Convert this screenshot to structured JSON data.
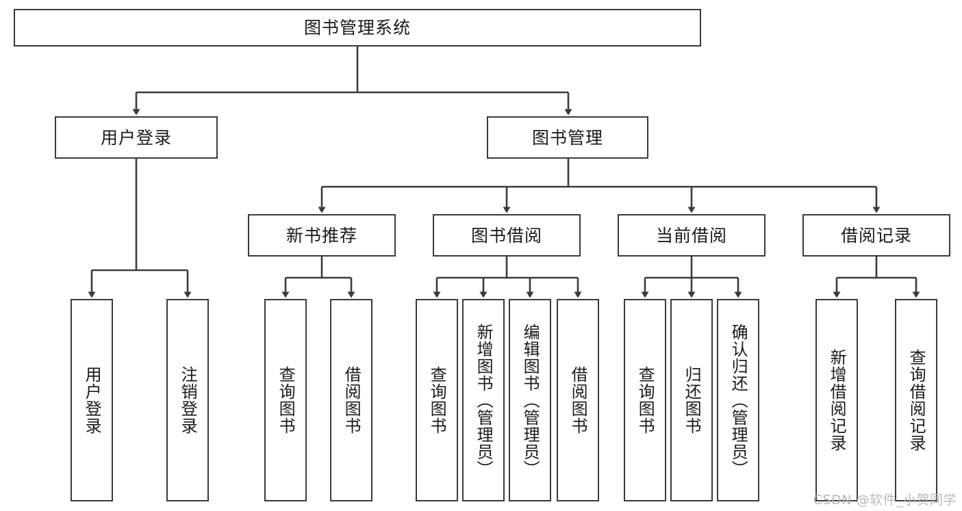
{
  "diagram": {
    "title": "图书管理系统",
    "type": "tree-hierarchy-diagram",
    "colors": {
      "box_border": "#3a3a3a",
      "box_fill": "#ffffff",
      "edge": "#3a3a3a",
      "text": "#1a1a1a",
      "watermark": "#b8b8b8"
    },
    "root": {
      "label": "图书管理系统"
    },
    "level2": [
      {
        "label": "用户登录"
      },
      {
        "label": "图书管理"
      }
    ],
    "level3": [
      {
        "label": "新书推荐"
      },
      {
        "label": "图书借阅"
      },
      {
        "label": "当前借阅"
      },
      {
        "label": "借阅记录"
      }
    ],
    "leaves": [
      {
        "label": "用户登录",
        "parent": "用户登录"
      },
      {
        "label": "注销登录",
        "parent": "用户登录"
      },
      {
        "label": "查询图书",
        "parent": "新书推荐"
      },
      {
        "label": "借阅图书",
        "parent": "新书推荐"
      },
      {
        "label": "查询图书",
        "parent": "图书借阅"
      },
      {
        "label": "新增图书（管理员）",
        "parent": "图书借阅"
      },
      {
        "label": "编辑图书（管理员）",
        "parent": "图书借阅"
      },
      {
        "label": "借阅图书",
        "parent": "图书借阅"
      },
      {
        "label": "查询图书",
        "parent": "当前借阅"
      },
      {
        "label": "归还图书",
        "parent": "当前借阅"
      },
      {
        "label": "确认归还（管理员）",
        "parent": "当前借阅"
      },
      {
        "label": "新增借阅记录",
        "parent": "借阅记录"
      },
      {
        "label": "查询借阅记录",
        "parent": "借阅记录"
      }
    ]
  },
  "watermark": {
    "text": "CSDN @软件_小贺同学"
  }
}
